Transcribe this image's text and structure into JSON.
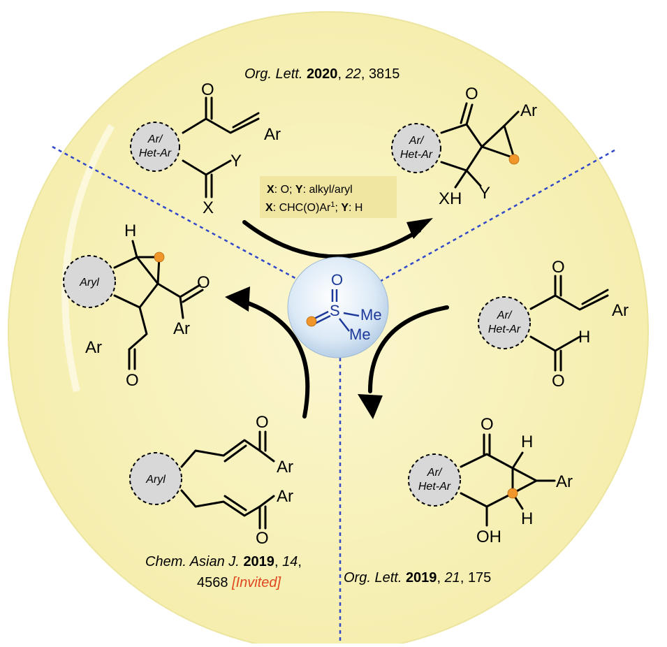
{
  "references": {
    "top": {
      "journal": "Org. Lett.",
      "year": "2020",
      "volume": "22",
      "page": "3815"
    },
    "bottom_left": {
      "journal": "Chem. Asian J.",
      "year": "2019",
      "volume": "14",
      "page": "4568",
      "note": "[Invited]"
    },
    "bottom_right": {
      "journal": "Org. Lett.",
      "year": "2019",
      "volume": "21",
      "page": "175"
    }
  },
  "conditions": {
    "line1": {
      "x_label": "X",
      "x_value": ": O; ",
      "y_label": "Y",
      "y_value": ": alkyl/aryl"
    },
    "line2": {
      "x_label": "X",
      "x_value": ": CHC(O)Ar",
      "sup": "1",
      "sep": "; ",
      "y_label": "Y",
      "y_value": ": H"
    }
  },
  "reagent": {
    "o": "O",
    "s": "S",
    "me1": "Me",
    "me2": "Me"
  },
  "labels": {
    "ar": "Ar",
    "x": "X",
    "y": "Y",
    "o": "O",
    "h": "H",
    "xh": "XH",
    "oh": "OH",
    "ring_ar_het_line1": "Ar/",
    "ring_ar_het_line2": "Het-Ar",
    "ring_aryl": "Aryl"
  },
  "colors": {
    "background_circle": "#f7f1b8",
    "divider": "#2f47c8",
    "reagent_sphere": "#dbe9f6",
    "marker_dot": "#f0962a",
    "invited_note": "#e0461e",
    "conditions_box": "#f1e5a2"
  }
}
